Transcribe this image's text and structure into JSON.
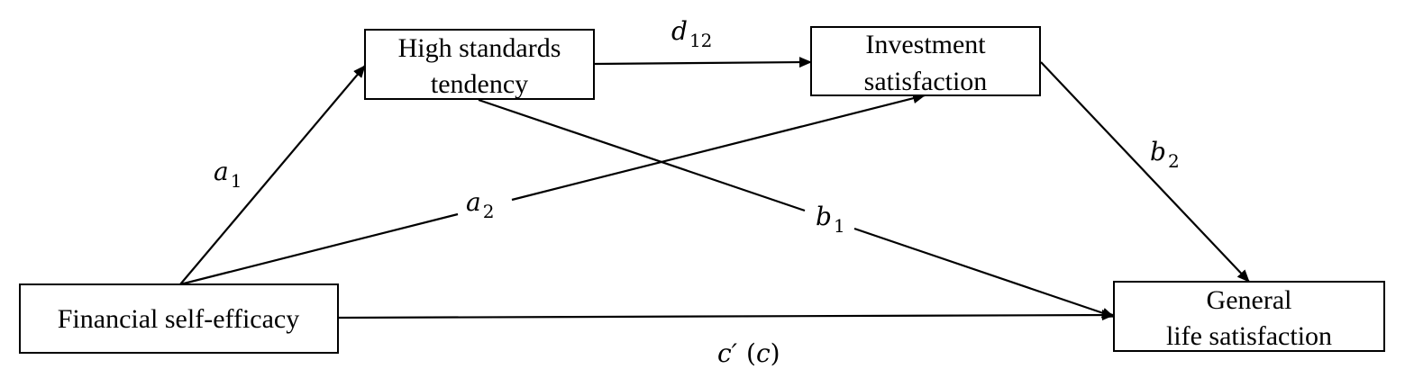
{
  "nodes": {
    "financial_self_efficacy": {
      "label": "Financial self-efficacy"
    },
    "high_standards": {
      "line1": "High standards",
      "line2": "tendency"
    },
    "investment_satisfaction": {
      "line1": "Investment",
      "line2": "satisfaction"
    },
    "general_life_satisfaction": {
      "line1": "General",
      "line2": "life satisfaction"
    }
  },
  "paths": {
    "a1": {
      "symbol": "a",
      "subscript": "1"
    },
    "a2": {
      "symbol": "a",
      "subscript": "2"
    },
    "d12": {
      "symbol": "d",
      "subscript": "12"
    },
    "b1": {
      "symbol": "b",
      "subscript": "1"
    },
    "b2": {
      "symbol": "b",
      "subscript": "2"
    },
    "c": {
      "direct": "c′",
      "total_open": "(",
      "total": "c",
      "total_close": ")"
    }
  },
  "colors": {
    "stroke": "#000000",
    "background": "#ffffff"
  }
}
